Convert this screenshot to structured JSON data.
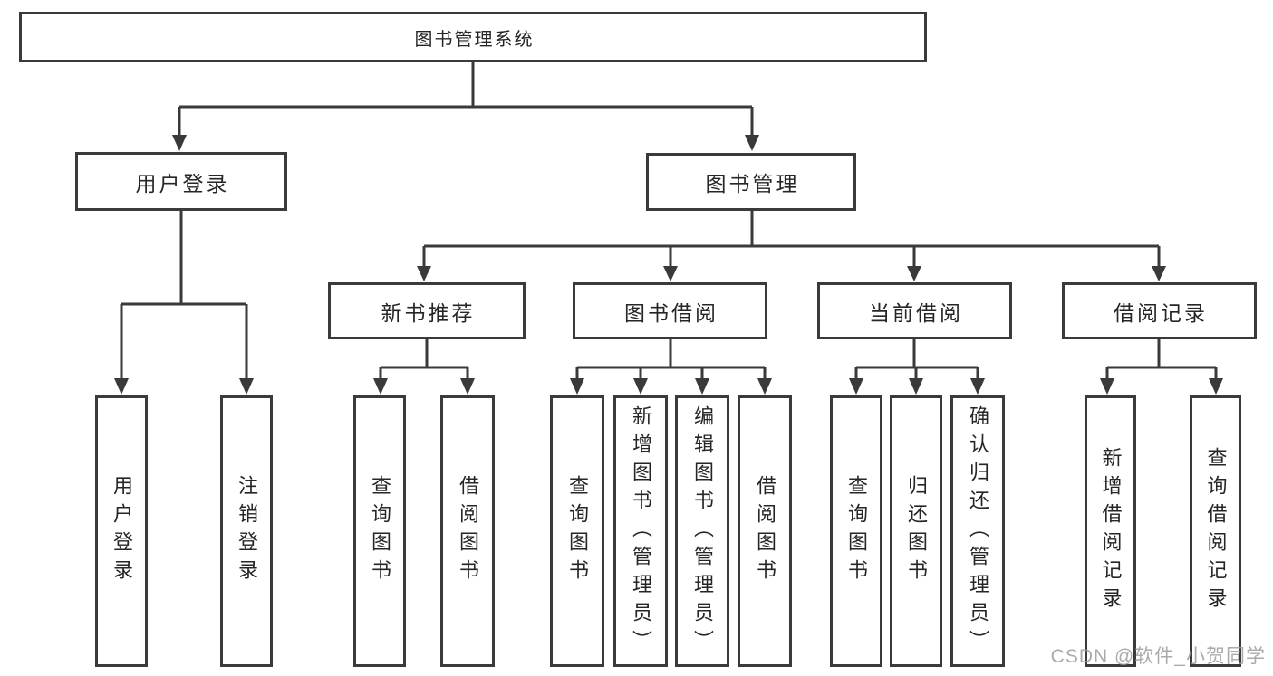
{
  "tree": {
    "label": "图书管理系统",
    "children": [
      {
        "label": "用户登录",
        "children": [
          {
            "label": "用户登录"
          },
          {
            "label": "注销登录"
          }
        ]
      },
      {
        "label": "图书管理",
        "children": [
          {
            "label": "新书推荐",
            "children": [
              {
                "label": "查询图书"
              },
              {
                "label": "借阅图书"
              }
            ]
          },
          {
            "label": "图书借阅",
            "children": [
              {
                "label": "查询图书"
              },
              {
                "label": "新增图书（管理员）"
              },
              {
                "label": "编辑图书（管理员）"
              },
              {
                "label": "借阅图书"
              }
            ]
          },
          {
            "label": "当前借阅",
            "children": [
              {
                "label": "查询图书"
              },
              {
                "label": "归还图书"
              },
              {
                "label": "确认归还（管理员）"
              }
            ]
          },
          {
            "label": "借阅记录",
            "children": [
              {
                "label": "新增借阅记录"
              },
              {
                "label": "查询借阅记录"
              }
            ]
          }
        ]
      }
    ]
  },
  "watermark": {
    "text": "CSDN @软件_小贺同学"
  },
  "colors": {
    "line": "#3a3a3a",
    "text": "#262626",
    "background": "#ffffff",
    "watermark": "#9c9c9c"
  }
}
